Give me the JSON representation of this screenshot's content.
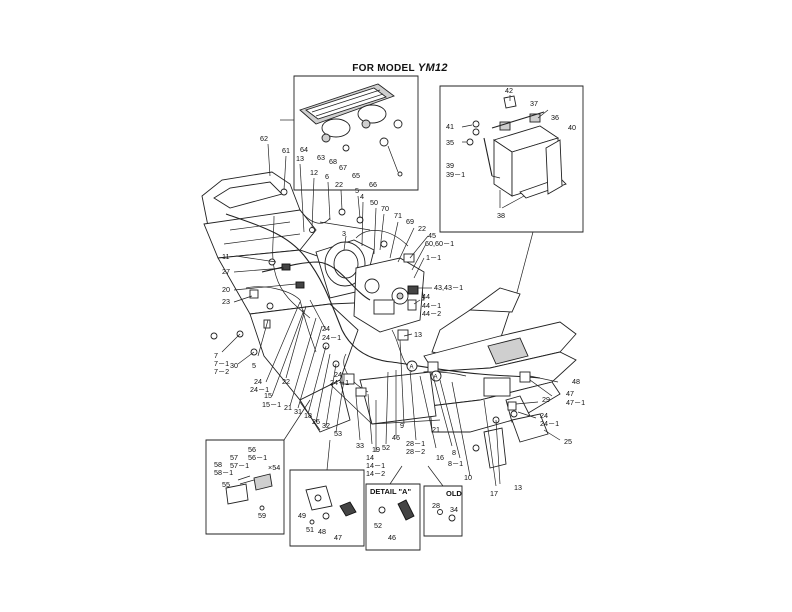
{
  "title": {
    "prefix": "FOR MODEL",
    "model": "YM12"
  },
  "detail_a_label": "DETAIL \"A\"",
  "old_label": "OLD",
  "circle_a": "A",
  "callouts": {
    "c64": "64",
    "c63": "63",
    "c68": "68",
    "c67": "67",
    "c65": "65",
    "c66": "66",
    "c42": "42",
    "c37": "37",
    "c36": "36",
    "c40": "40",
    "c41": "41",
    "c35": "35",
    "c39": "39",
    "c39_1": "39－1",
    "c38": "38",
    "c62": "62",
    "c61": "61",
    "c13a": "13",
    "c12": "12",
    "c6": "6",
    "c22a": "22",
    "c5a": "5",
    "c4": "4",
    "c50": "50",
    "c70": "70",
    "c71": "71",
    "c69": "69",
    "c22b": "22",
    "c45": "45",
    "c60": "60,60－1",
    "c1_1": "1－1",
    "c3": "3",
    "c11": "11",
    "c27": "27",
    "c20": "20",
    "c23": "23",
    "c43": "43,43－1",
    "c44": "44",
    "c44_1": "44－1",
    "c44_2": "44－2",
    "c13b": "13",
    "c24a": "24",
    "c24_1a": "24－1",
    "c7": "7",
    "c7_1": "7－1",
    "c7_2": "7－2",
    "c30": "30",
    "c5b": "5",
    "c24b": "24",
    "c24_1b": "24－1",
    "c15": "15",
    "c15_1": "15－1",
    "c22c": "22",
    "c21a": "21",
    "c31": "31",
    "c18": "18",
    "c26": "26",
    "c32": "32",
    "c53": "53",
    "c24c": "24",
    "c24_1c": "24－1",
    "c33": "33",
    "c19": "19",
    "c14": "14",
    "c14_1": "14－1",
    "c14_2": "14－2",
    "c52a": "52",
    "c46a": "46",
    "c9": "9",
    "c28": "28－1",
    "c28_2": "28－2",
    "c21b": "21",
    "c16": "16",
    "c8": "8",
    "c8_1": "8－1",
    "c10": "10",
    "c17": "17",
    "c13c": "13",
    "c48": "48",
    "c47": "47",
    "c47_1": "47－1",
    "c29": "29",
    "c24d": "24",
    "c24_1d": "24－1",
    "c25": "25",
    "c56": "56",
    "c56_1": "56－1",
    "c57": "57",
    "c57_1": "57－1",
    "c58": "58",
    "c58_1": "58－1",
    "c54": "×54",
    "c55": "55",
    "c59": "59",
    "c49": "49",
    "c51": "51",
    "c48b": "48",
    "c47b": "47",
    "c52b": "52",
    "c46b": "46",
    "c28b": "28",
    "c34": "34"
  }
}
